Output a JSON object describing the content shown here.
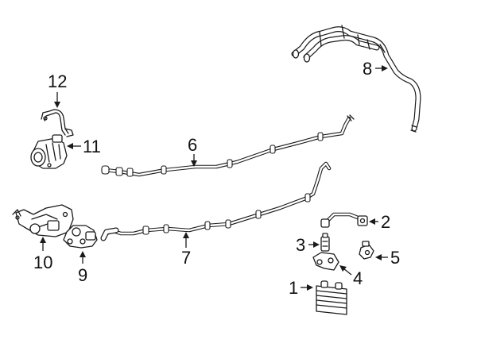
{
  "callouts": {
    "c1": "1",
    "c2": "2",
    "c3": "3",
    "c4": "4",
    "c5": "5",
    "c6": "6",
    "c7": "7",
    "c8": "8",
    "c10": "10",
    "c9": "9",
    "c11": "11",
    "c12": "12"
  }
}
